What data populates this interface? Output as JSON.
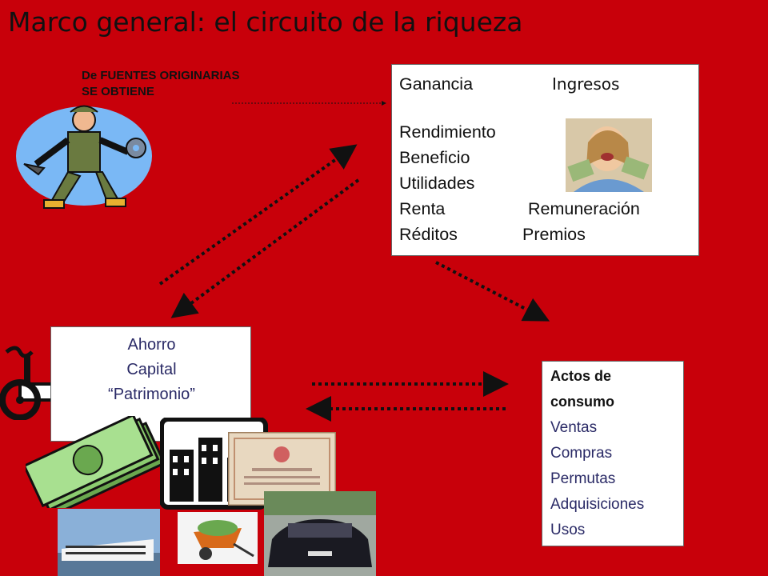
{
  "title": "Marco general: el circuito de la riqueza",
  "source": {
    "line1": "De FUENTES ORIGINARIAS",
    "line2": "SE OBTIENE"
  },
  "income": {
    "ganancia": "Ganancia",
    "ingresos": "Ingresos",
    "rendimiento": "Rendimiento",
    "beneficio": "Beneficio",
    "utilidades": "Utilidades",
    "renta": "Renta",
    "remuneracion": "Remuneración",
    "reditos": "Réditos",
    "premios": "Premios"
  },
  "savings": {
    "ahorro": "Ahorro",
    "capital": "Capital",
    "patrimonio": "“Patrimonio”"
  },
  "consumption": {
    "heading_line1": "Actos de",
    "heading_line2": "consumo",
    "items": [
      "Ventas",
      "Compras",
      "Permutas",
      "Adquisiciones",
      "Usos"
    ]
  }
}
